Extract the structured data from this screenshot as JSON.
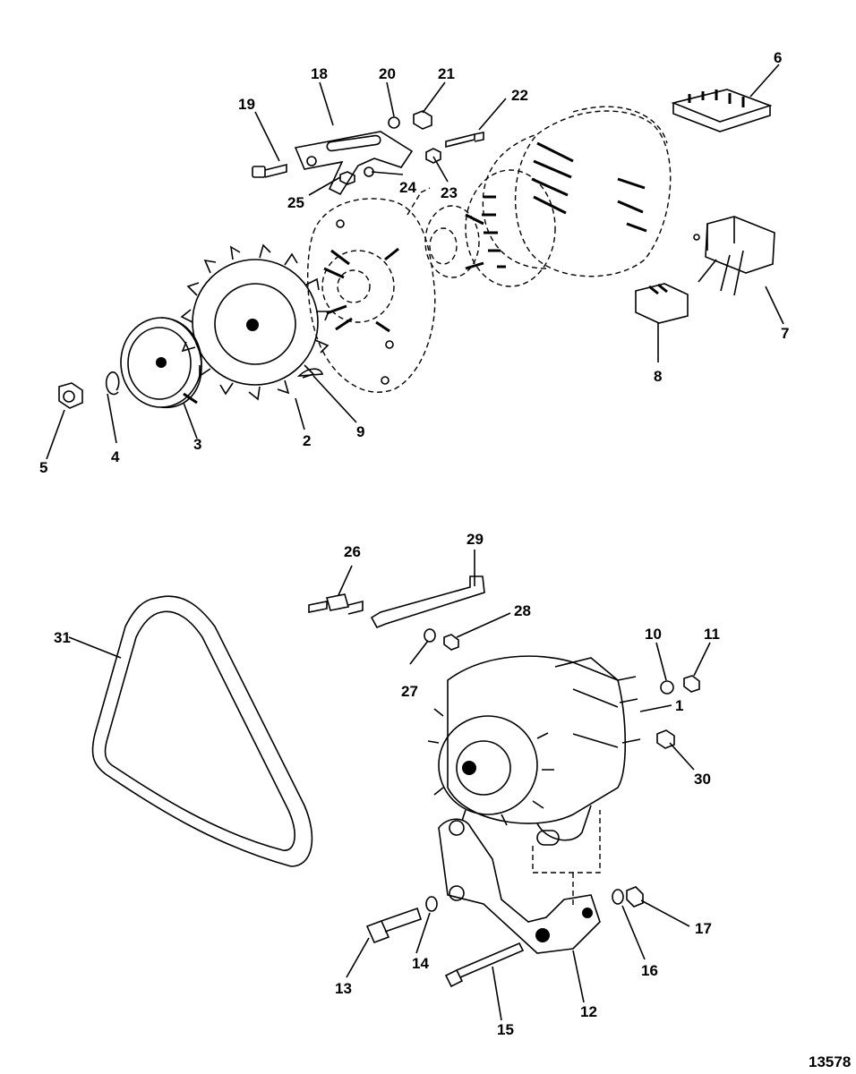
{
  "figure_number": "13578",
  "callouts": [
    "1",
    "2",
    "3",
    "4",
    "5",
    "6",
    "7",
    "8",
    "9",
    "10",
    "11",
    "12",
    "13",
    "14",
    "15",
    "16",
    "17",
    "18",
    "19",
    "20",
    "21",
    "22",
    "23",
    "24",
    "25",
    "26",
    "27",
    "28",
    "29",
    "30",
    "31"
  ]
}
